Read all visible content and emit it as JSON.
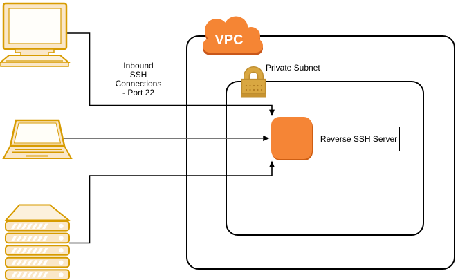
{
  "diagram": {
    "kind": "network-architecture-diagram",
    "labels": {
      "inbound_lines": [
        "Inbound",
        "SSH",
        "Connections",
        "- Port 22"
      ],
      "vpc": "VPC",
      "private_subnet": "Private Subnet",
      "reverse_ssh_server": "Reverse SSH Server"
    },
    "nodes": [
      {
        "id": "desktop",
        "icon": "desktop-computer-icon"
      },
      {
        "id": "laptop",
        "icon": "laptop-icon"
      },
      {
        "id": "server-stack",
        "icon": "server-stack-icon"
      },
      {
        "id": "vpc-cloud",
        "icon": "vpc-cloud-icon",
        "label": "VPC"
      },
      {
        "id": "subnet-lock",
        "icon": "padlock-icon",
        "label": "Private Subnet"
      },
      {
        "id": "instance",
        "icon": "ec2-instance-icon",
        "label": "Reverse SSH Server"
      }
    ],
    "connections": [
      {
        "from": "desktop",
        "to": "instance",
        "enters": "top",
        "color": "#000000"
      },
      {
        "from": "laptop",
        "to": "instance",
        "enters": "left",
        "color": "#666666"
      },
      {
        "from": "server-stack",
        "to": "instance",
        "enters": "bottom",
        "color": "#000000"
      }
    ],
    "colors": {
      "cloud_orange": "#F58534",
      "cloud_shadow": "#C9571A",
      "instance_orange": "#F58536",
      "instance_shadow": "#CE5E13",
      "icon_stroke": "#D79B00",
      "icon_fill": "#FAE7C8",
      "icon_fill_light": "#FCF1DD",
      "lock_gold": "#D9A741",
      "lock_gold_dark": "#BE8D2F",
      "connector_black": "#000000",
      "connector_gray": "#666666",
      "boundary_border": "#000000"
    }
  }
}
